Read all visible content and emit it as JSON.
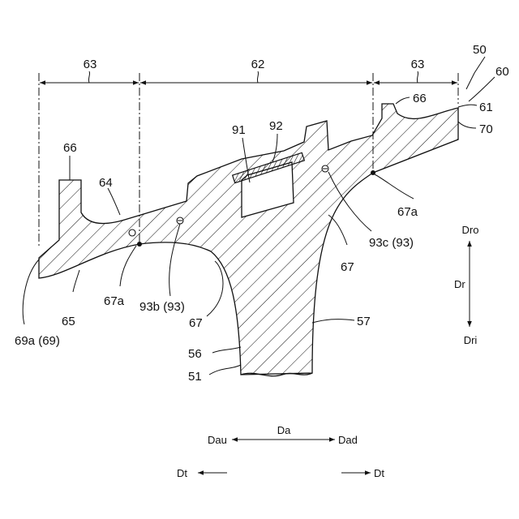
{
  "figure": {
    "dimension_labels": {
      "left_63": "63",
      "middle_62": "62",
      "right_63": "63"
    },
    "part_labels": {
      "l50": "50",
      "l60": "60",
      "l61": "61",
      "l70": "70",
      "l66_left": "66",
      "l66_right": "66",
      "l64": "64",
      "l91": "91",
      "l92": "92",
      "l65": "65",
      "l69a": "69a (69)",
      "l67a_left": "67a",
      "l67a_right": "67a",
      "l93b": "93b (93)",
      "l93c": "93c (93)",
      "l67_left": "67",
      "l67_right": "67",
      "l57": "57",
      "l56": "56",
      "l51": "51"
    },
    "directions": {
      "dro": "Dro",
      "dr": "Dr",
      "dri": "Dri",
      "da": "Da",
      "dau": "Dau",
      "dad": "Dad",
      "dt_left": "Dt",
      "dt_right": "Dt"
    }
  }
}
